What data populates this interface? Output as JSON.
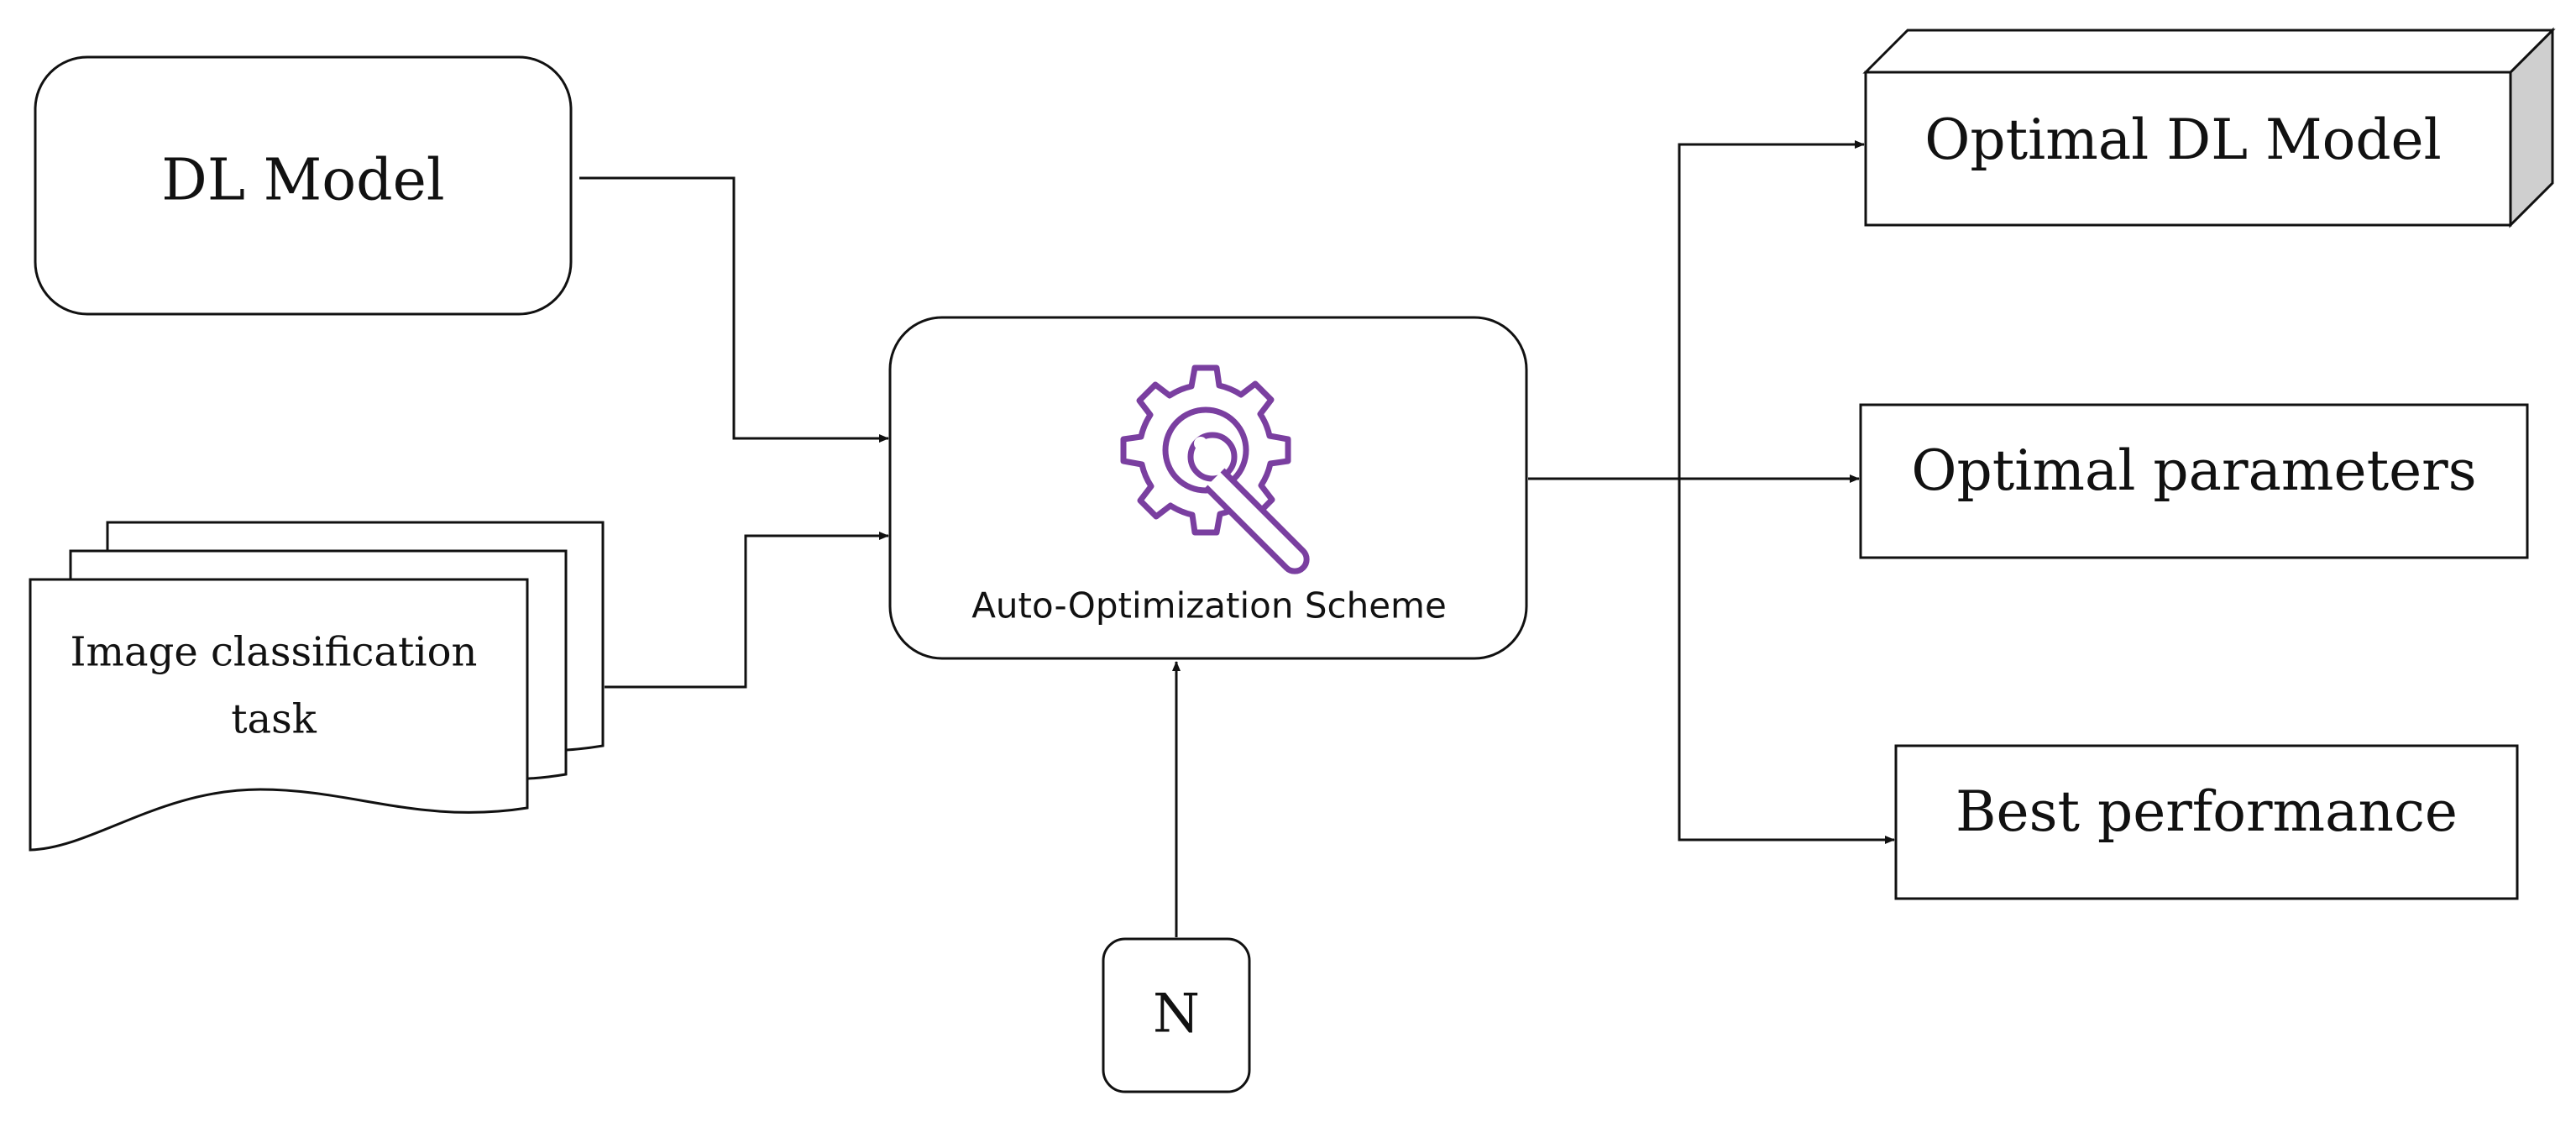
{
  "diagram": {
    "nodes": {
      "dl_model": {
        "label": "DL Model"
      },
      "image_task": {
        "line1": "Image classification",
        "line2": "task"
      },
      "auto_opt": {
        "label": "Auto-Optimization Scheme",
        "icon": "gear-wrench-icon"
      },
      "n_input": {
        "label": "N"
      },
      "optimal_model": {
        "label": "Optimal DL Model"
      },
      "optimal_params": {
        "label": "Optimal parameters"
      },
      "best_perf": {
        "label": "Best performance"
      }
    },
    "colors": {
      "stroke": "#111111",
      "icon": "#7a3fa0",
      "side_shade": "#cfcfcf"
    }
  }
}
